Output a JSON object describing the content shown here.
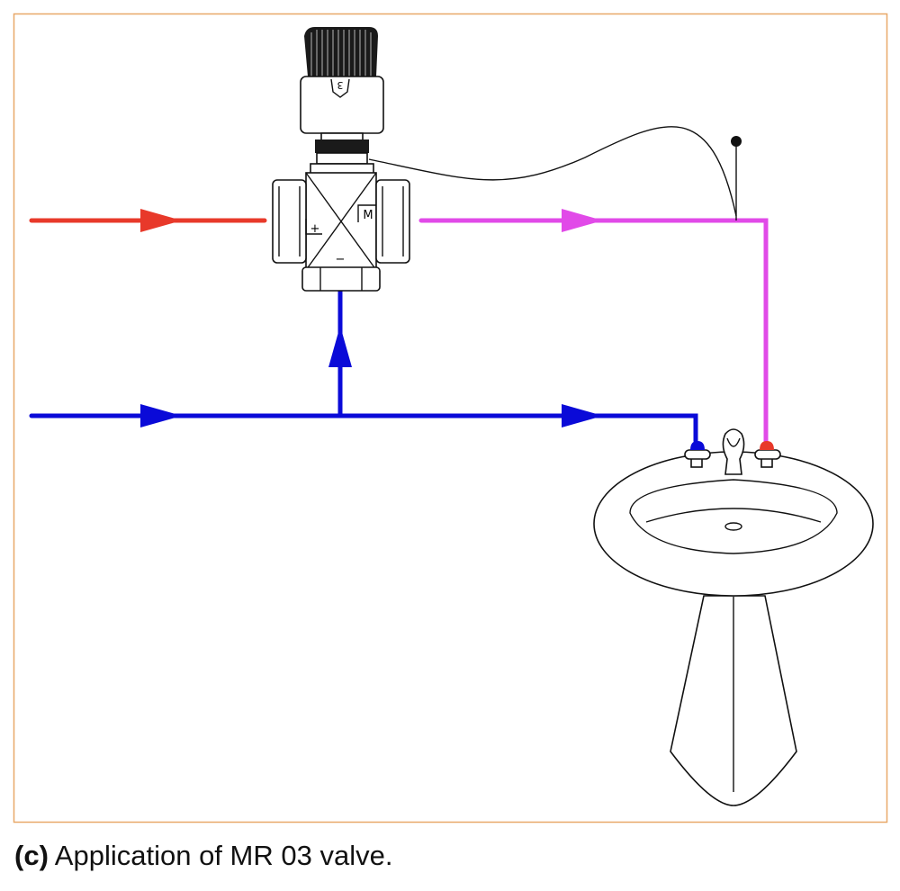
{
  "caption": {
    "label": "(c)",
    "text": "Application of MR 03 valve."
  },
  "valve": {
    "dial_number": "3",
    "port_plus": "+",
    "port_minus": "−",
    "port_mixed": "M"
  },
  "colors": {
    "hot": "#e8392a",
    "cold": "#0a0ad8",
    "mixed": "#e14ae8",
    "frame": "#e8a868"
  }
}
